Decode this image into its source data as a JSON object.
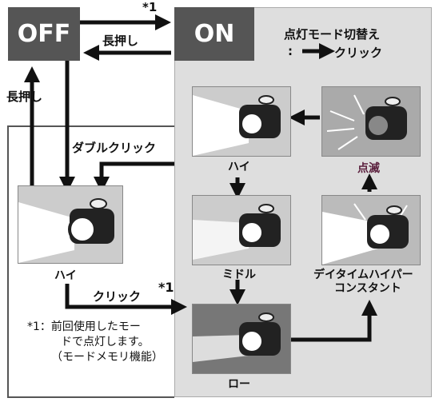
{
  "states": {
    "off": "OFF",
    "on": "ON"
  },
  "labels": {
    "footnote_mark_top": "*1",
    "long_press_top": "長押し",
    "long_press_left": "長押し",
    "double_click": "ダブルクリック",
    "click_bottom": "クリック",
    "footnote_mark_bottom": "*1"
  },
  "legend": {
    "title": "点灯モード切替え",
    "colon": ":",
    "action": "クリック"
  },
  "modes": {
    "high_off": "ハイ",
    "high": "ハイ",
    "middle": "ミドル",
    "low": "ロー",
    "blink": "点滅",
    "daytime_line1": "デイタイムハイパー",
    "daytime_line2": "コンスタント"
  },
  "footnote": {
    "line1": "*1：前回使用したモー",
    "line2": "ドで点灯します。",
    "line3": "（モードメモリ機能）"
  },
  "colors": {
    "state_bg": "#555555",
    "panel_bg": "#dddddd",
    "blink_text": "#5a1e3c"
  }
}
